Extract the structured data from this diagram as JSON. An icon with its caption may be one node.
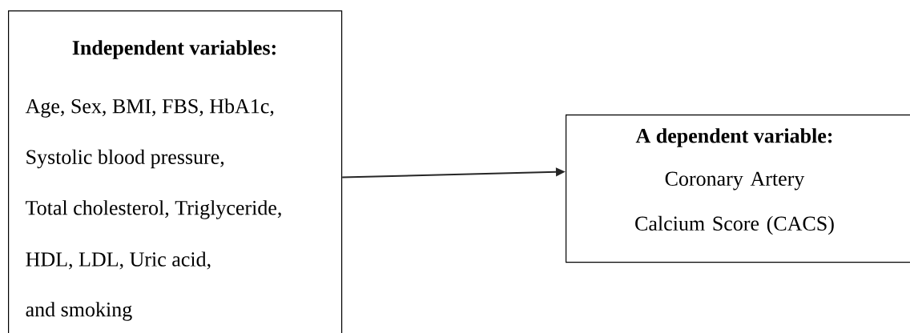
{
  "diagram": {
    "nodes": [
      {
        "text": [
          "Independent variables:",
          "Age, Sex, BMI, FBS, HbA1c,",
          "Systolic blood pressure,",
          "Total cholesterol, Triglyceride,",
          "HDL, LDL, Uric acid,",
          "and smoking"
        ]
      },
      {
        "text": [
          "A dependent variable:",
          "Coronary Artery Calcium Score (CACS)"
        ]
      }
    ],
    "edges": [
      {
        "from": 0,
        "to": 1,
        "arrow": "to"
      }
    ]
  }
}
